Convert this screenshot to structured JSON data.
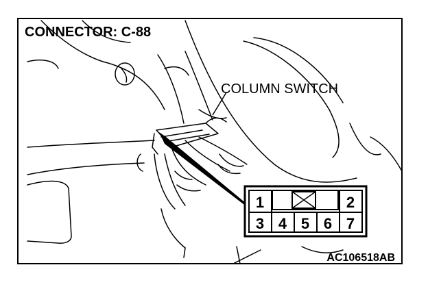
{
  "diagram": {
    "title": "CONNECTOR: C-88",
    "component_label": "COLUMN SWITCH",
    "figure_code": "AC106518AB",
    "connector": {
      "top_pins": [
        "1",
        "2"
      ],
      "bottom_pins": [
        "3",
        "4",
        "5",
        "6",
        "7"
      ]
    }
  }
}
